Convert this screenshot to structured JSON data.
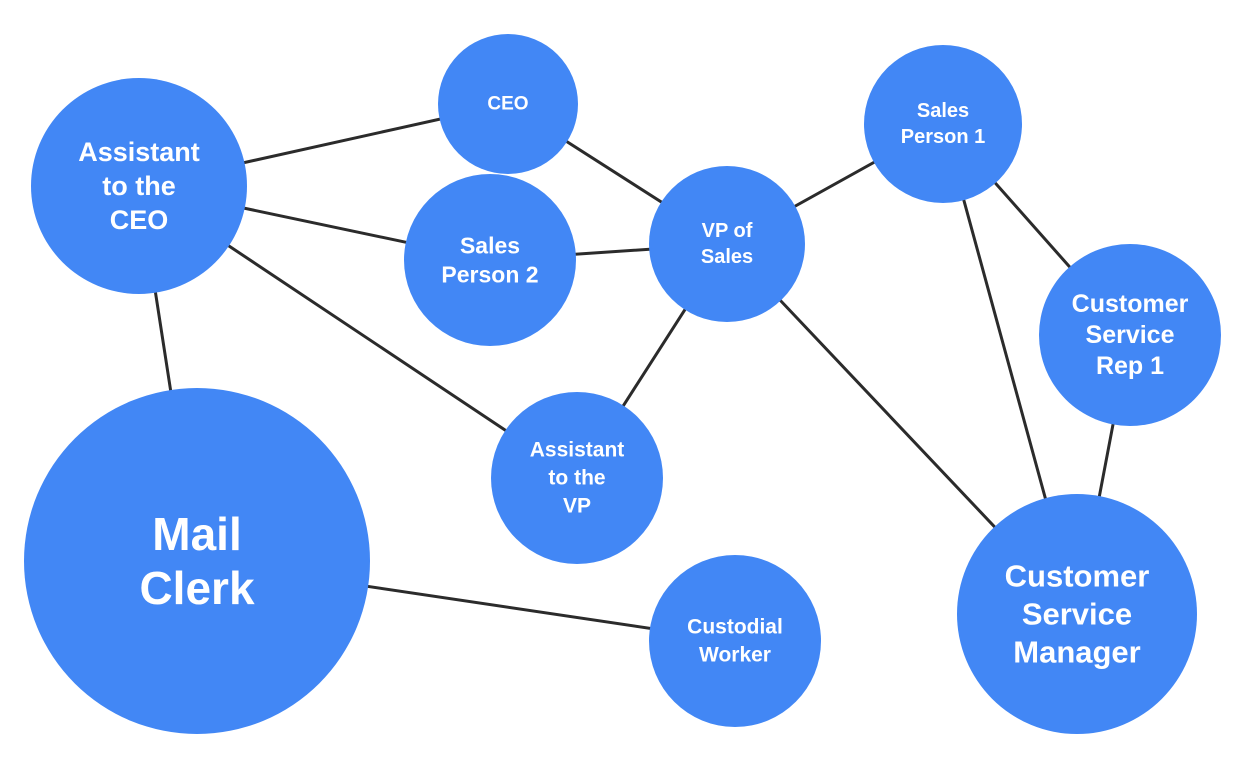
{
  "colors": {
    "node_fill": "#4287f5",
    "edge_stroke": "#2b2b2b",
    "background": "#ffffff",
    "label_text": "#ffffff"
  },
  "nodes": [
    {
      "id": "assistant-ceo",
      "lines": [
        "Assistant",
        "to the",
        "CEO"
      ]
    },
    {
      "id": "ceo",
      "lines": [
        "CEO"
      ]
    },
    {
      "id": "sales-person-2",
      "lines": [
        "Sales",
        "Person 2"
      ]
    },
    {
      "id": "vp-sales",
      "lines": [
        "VP of",
        "Sales"
      ]
    },
    {
      "id": "sales-person-1",
      "lines": [
        "Sales",
        "Person 1"
      ]
    },
    {
      "id": "customer-service-rep-1",
      "lines": [
        "Customer",
        "Service",
        "Rep 1"
      ]
    },
    {
      "id": "assistant-vp",
      "lines": [
        "Assistant",
        "to the",
        "VP"
      ]
    },
    {
      "id": "mail-clerk",
      "lines": [
        "Mail",
        "Clerk"
      ]
    },
    {
      "id": "custodial-worker",
      "lines": [
        "Custodial",
        "Worker"
      ]
    },
    {
      "id": "customer-service-manager",
      "lines": [
        "Customer",
        "Service",
        "Manager"
      ]
    }
  ],
  "edges": [
    {
      "from": "assistant-ceo",
      "to": "ceo"
    },
    {
      "from": "assistant-ceo",
      "to": "sales-person-2"
    },
    {
      "from": "assistant-ceo",
      "to": "assistant-vp"
    },
    {
      "from": "assistant-ceo",
      "to": "mail-clerk"
    },
    {
      "from": "ceo",
      "to": "vp-sales"
    },
    {
      "from": "sales-person-2",
      "to": "vp-sales"
    },
    {
      "from": "vp-sales",
      "to": "sales-person-1"
    },
    {
      "from": "vp-sales",
      "to": "assistant-vp"
    },
    {
      "from": "vp-sales",
      "to": "customer-service-manager"
    },
    {
      "from": "sales-person-1",
      "to": "customer-service-rep-1"
    },
    {
      "from": "sales-person-1",
      "to": "customer-service-manager"
    },
    {
      "from": "customer-service-rep-1",
      "to": "customer-service-manager"
    },
    {
      "from": "mail-clerk",
      "to": "custodial-worker"
    }
  ]
}
